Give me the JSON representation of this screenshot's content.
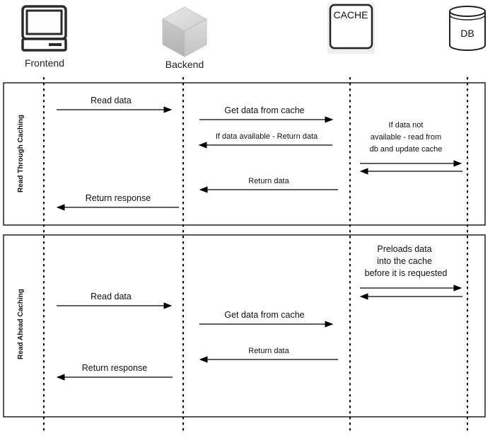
{
  "actors": {
    "frontend": "Frontend",
    "backend": "Backend",
    "cache": "CACHE",
    "db": "DB"
  },
  "sections": {
    "read_through": {
      "title": "Read Through Caching",
      "read_data": "Read data",
      "get_data_from_cache": "Get data from cache",
      "if_data_available": "If data available - Return data",
      "note_line1": "If data not",
      "note_line2": "available - read from",
      "note_line3": "db and update cache",
      "return_data": "Return data",
      "return_response": "Return response"
    },
    "read_ahead": {
      "title": "Read Ahead Caching",
      "note_line1": "Preloads data",
      "note_line2": "into the cache",
      "note_line3": "before it is requested",
      "read_data": "Read data",
      "get_data_from_cache": "Get data from cache",
      "return_data": "Return data",
      "return_response": "Return response"
    }
  },
  "icons": {
    "frontend": "computer-monitor-icon",
    "backend": "server-cube-icon",
    "cache": "cache-chip-icon",
    "db": "database-cylinder-icon"
  }
}
